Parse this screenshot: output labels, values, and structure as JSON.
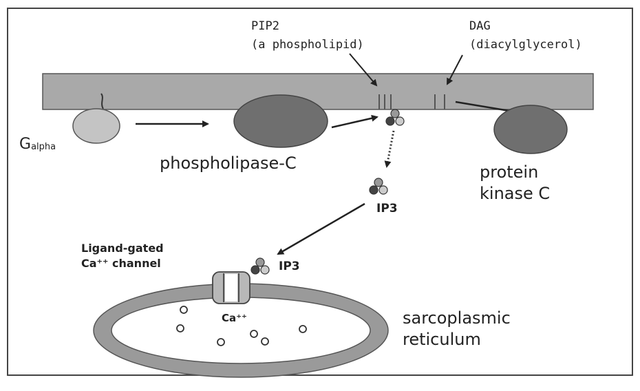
{
  "labels": {
    "pip2_line1": "PIP2",
    "pip2_line2": "(a phospholipid)",
    "dag_line1": "DAG",
    "dag_line2": "(diacylglycerol)",
    "g_alpha_big": "G",
    "g_alpha_sub": "alpha",
    "plc": "phospholipase-C",
    "pkc_line1": "protein",
    "pkc_line2": "kinase C",
    "ip3_mid": "IP3",
    "ip3_channel": "IP3",
    "channel_line1": "Ligand-gated",
    "channel_line2": "Ca⁺⁺ channel",
    "ca_inside": "Ca⁺⁺",
    "sr_line1": "sarcoplasmic",
    "sr_line2": "reticulum"
  },
  "colors": {
    "membrane": "#a9a9a9",
    "g_alpha": "#c4c4c4",
    "enzyme": "#6f6f6f",
    "sr_ring": "#9a9a9a",
    "channel": "#b8b8b8",
    "arrow": "#222222"
  }
}
